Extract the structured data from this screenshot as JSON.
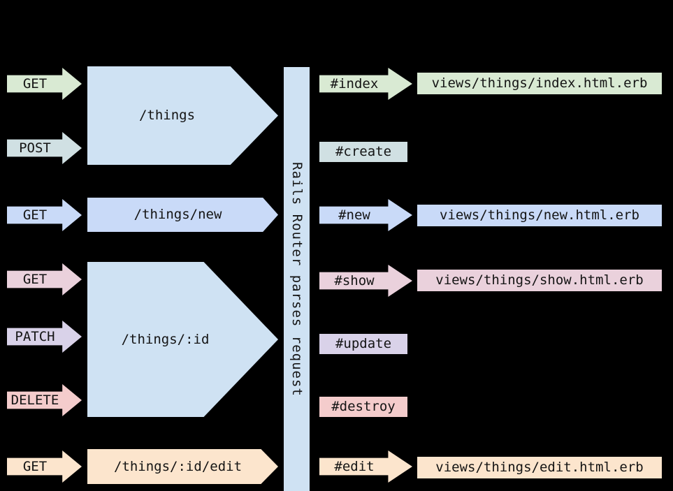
{
  "canvas": {
    "background": "#000000",
    "text_color": "#141414"
  },
  "methods": [
    {
      "label": "GET",
      "color": "#d9ead3"
    },
    {
      "label": "POST",
      "color": "#d0e0e3"
    },
    {
      "label": "GET",
      "color": "#c9daf8"
    },
    {
      "label": "GET",
      "color": "#ead1dc"
    },
    {
      "label": "PATCH",
      "color": "#d9d2e9"
    },
    {
      "label": "DELETE",
      "color": "#f4cccc"
    },
    {
      "label": "GET",
      "color": "#fce5cd"
    }
  ],
  "paths": [
    {
      "label": "/things",
      "color": "#cfe2f3"
    },
    {
      "label": "/things/new",
      "color": "#c9daf8"
    },
    {
      "label": "/things/:id",
      "color": "#cfe2f3"
    },
    {
      "label": "/things/:id/edit",
      "color": "#fce5cd"
    }
  ],
  "router": {
    "label": "Rails Router parses request",
    "color": "#cfe2f3"
  },
  "actions": [
    {
      "label": "#index",
      "color": "#d9ead3",
      "shape": "arrow"
    },
    {
      "label": "#create",
      "color": "#d0e0e3",
      "shape": "box"
    },
    {
      "label": "#new",
      "color": "#c9daf8",
      "shape": "arrow"
    },
    {
      "label": "#show",
      "color": "#ead1dc",
      "shape": "arrow"
    },
    {
      "label": "#update",
      "color": "#d9d2e9",
      "shape": "box"
    },
    {
      "label": "#destroy",
      "color": "#f4cccc",
      "shape": "box"
    },
    {
      "label": "#edit",
      "color": "#fce5cd",
      "shape": "arrow"
    }
  ],
  "views": [
    {
      "label": "views/things/index.html.erb",
      "color": "#d9ead3"
    },
    {
      "label": "views/things/new.html.erb",
      "color": "#c9daf8"
    },
    {
      "label": "views/things/show.html.erb",
      "color": "#ead1dc"
    },
    {
      "label": "views/things/edit.html.erb",
      "color": "#fce5cd"
    }
  ]
}
